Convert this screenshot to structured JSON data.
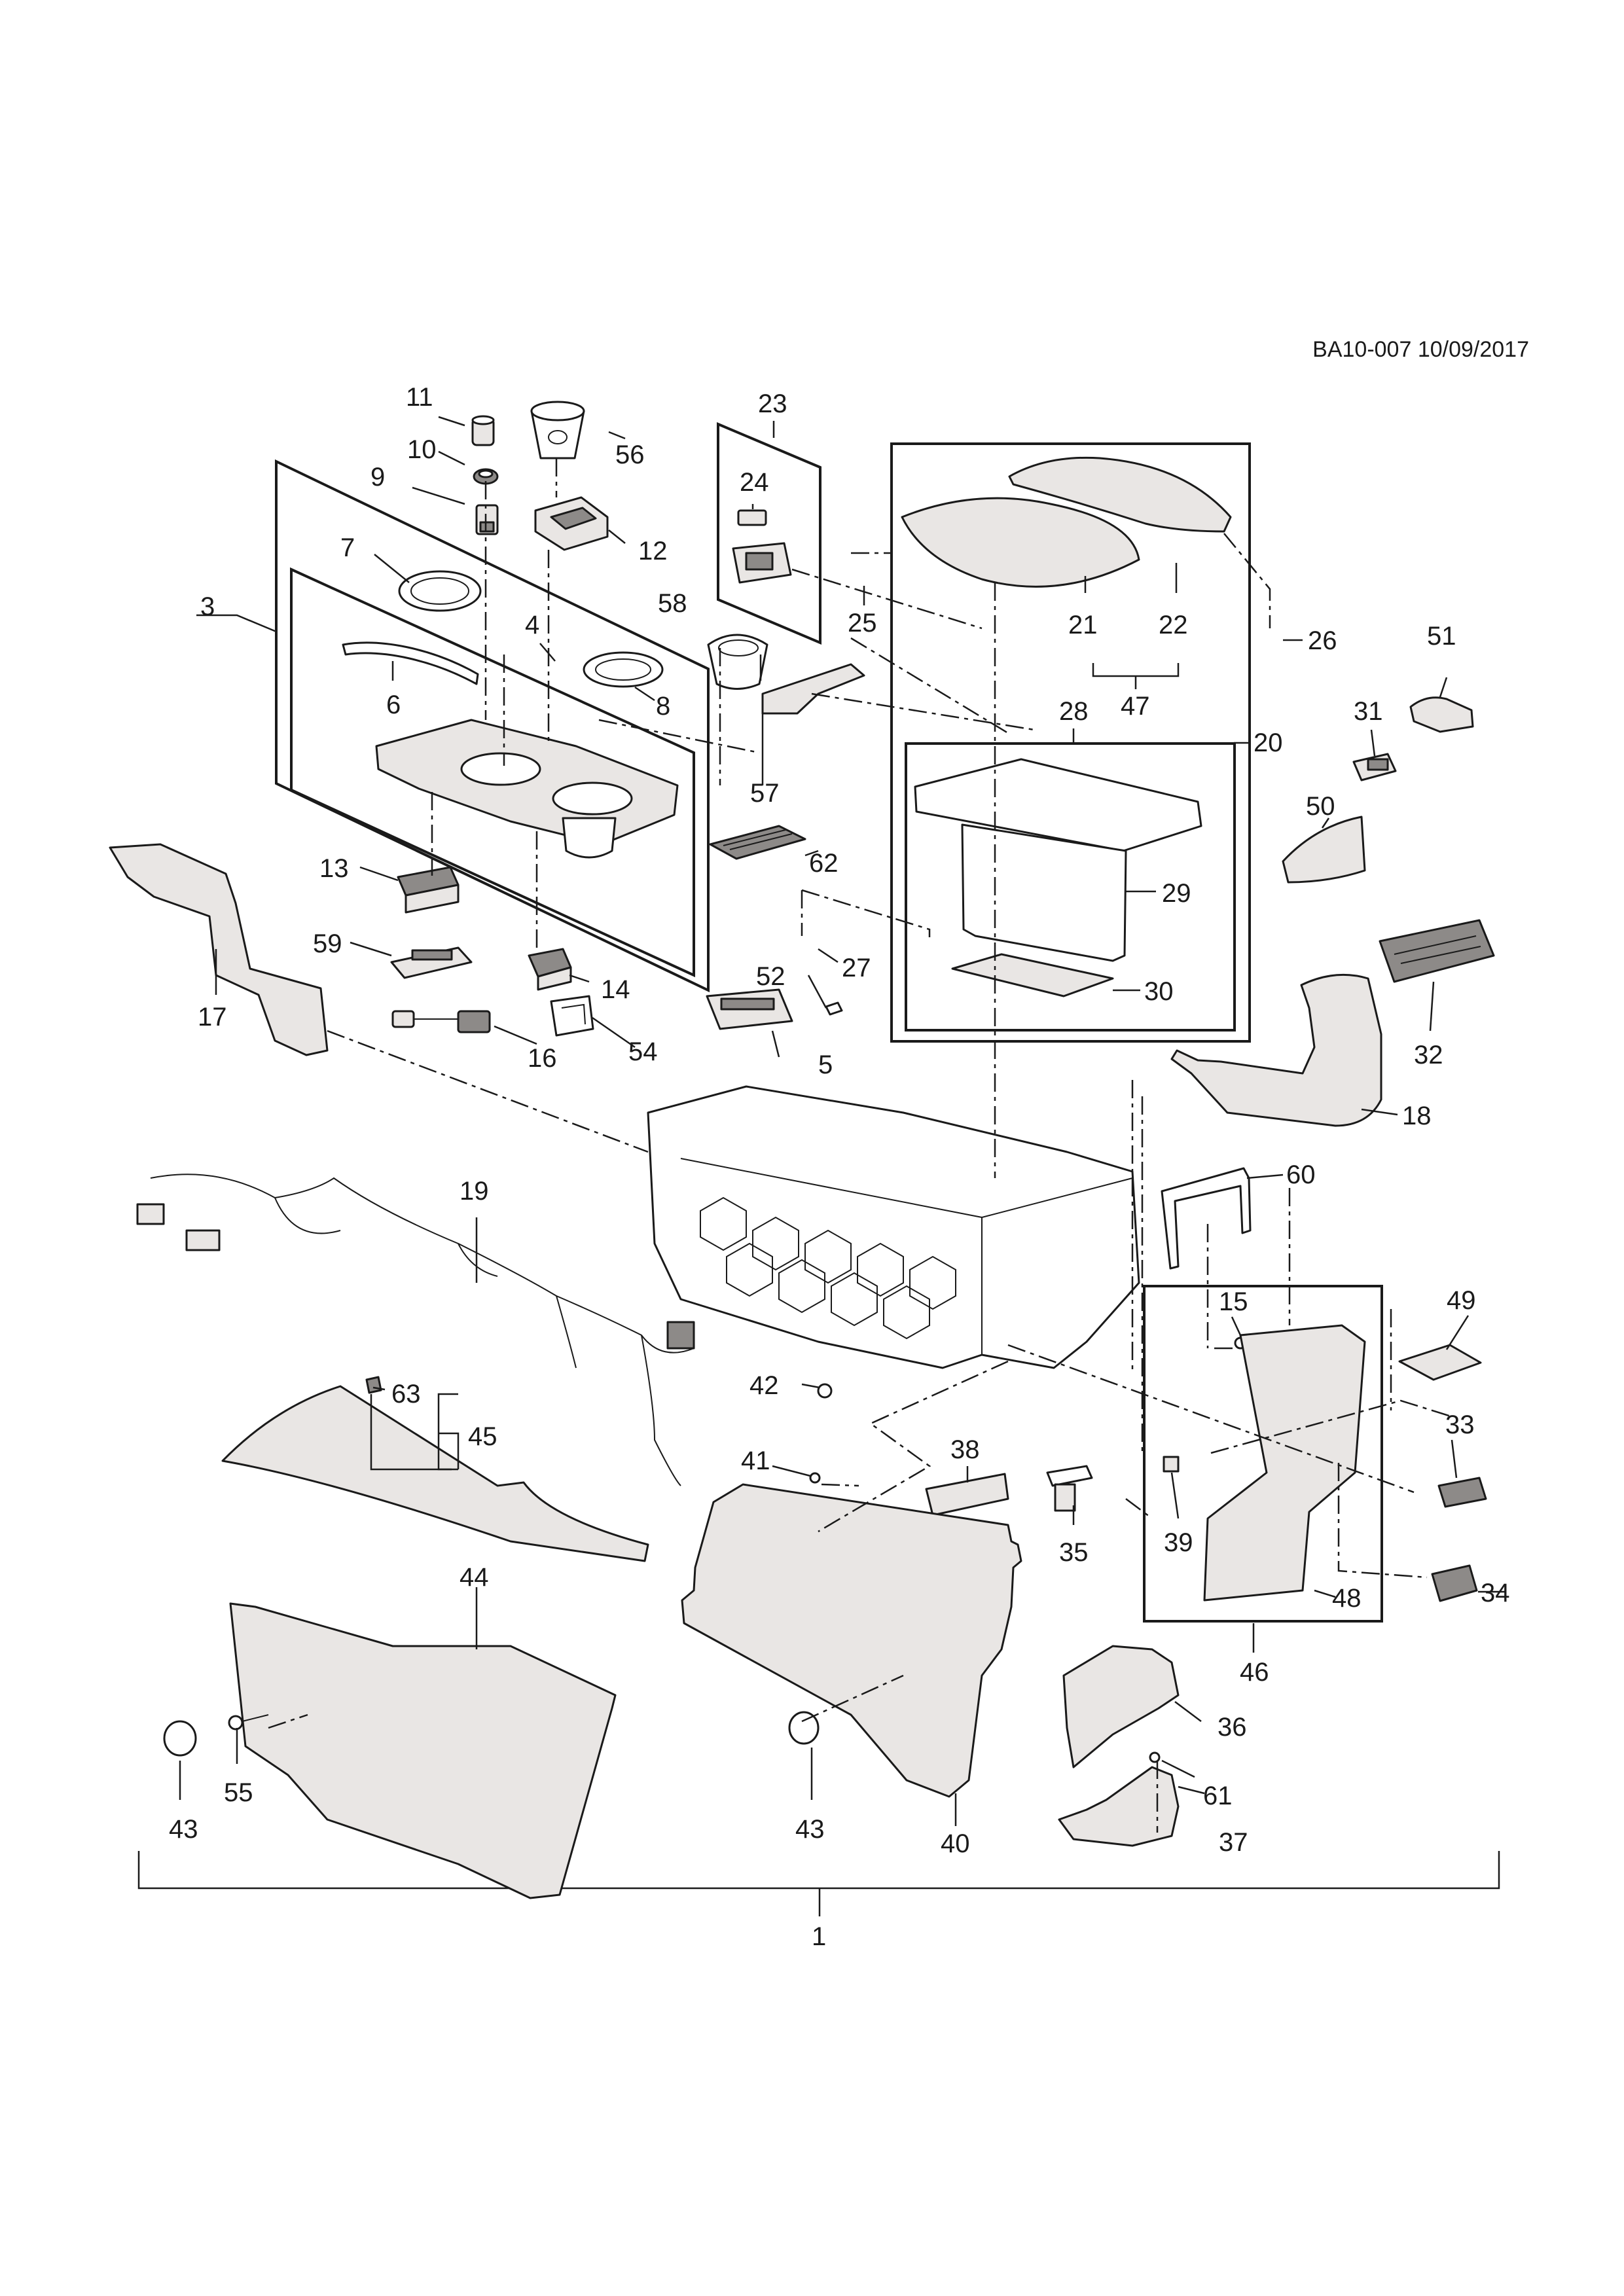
{
  "header": {
    "reference": "BA10-007 10/09/2017"
  },
  "callouts": {
    "c1": "1",
    "c3": "3",
    "c4": "4",
    "c5": "5",
    "c6": "6",
    "c7": "7",
    "c8": "8",
    "c9": "9",
    "c10": "10",
    "c11": "11",
    "c12": "12",
    "c13": "13",
    "c14": "14",
    "c15": "15",
    "c16": "16",
    "c17": "17",
    "c18": "18",
    "c19": "19",
    "c20": "20",
    "c21": "21",
    "c22": "22",
    "c23": "23",
    "c24": "24",
    "c25": "25",
    "c26": "26",
    "c27": "27",
    "c28": "28",
    "c29": "29",
    "c30": "30",
    "c31": "31",
    "c32": "32",
    "c33": "33",
    "c34": "34",
    "c35": "35",
    "c36": "36",
    "c37": "37",
    "c38": "38",
    "c39": "39",
    "c40": "40",
    "c41": "41",
    "c42": "42",
    "c43a": "43",
    "c43b": "43",
    "c44": "44",
    "c45": "45",
    "c46": "46",
    "c47": "47",
    "c48": "48",
    "c49": "49",
    "c50": "50",
    "c51": "51",
    "c52": "52",
    "c54": "54",
    "c55": "55",
    "c56": "56",
    "c57": "57",
    "c58": "58",
    "c59": "59",
    "c60": "60",
    "c61": "61",
    "c62": "62",
    "c63": "63"
  }
}
